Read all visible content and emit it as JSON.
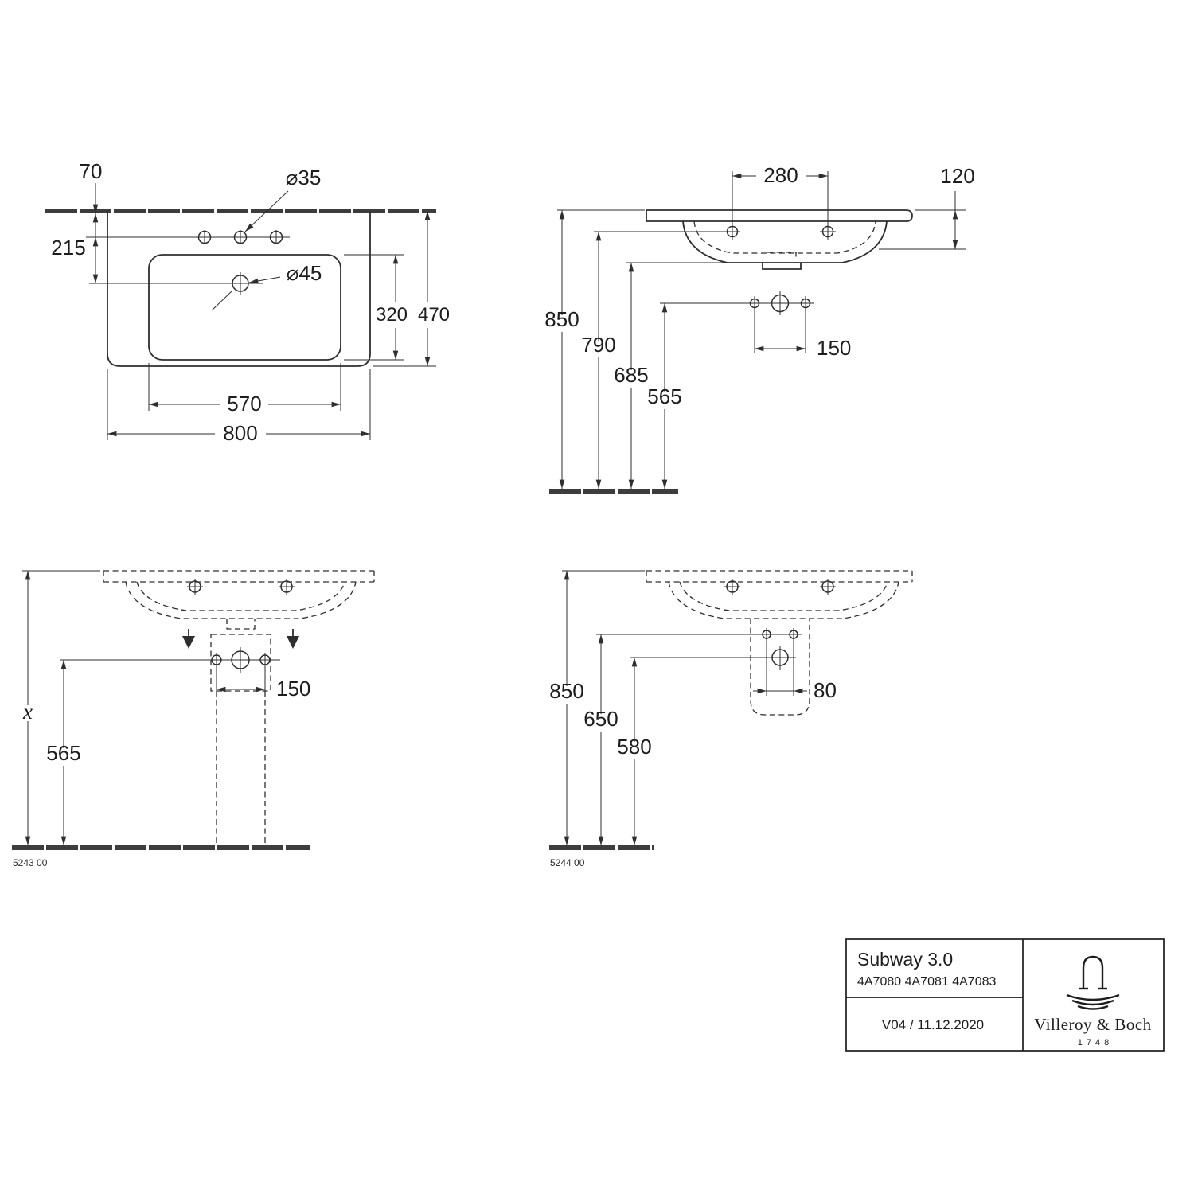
{
  "drawing": {
    "title_block": {
      "product": "Subway 3.0",
      "articles": "4A7080 4A7081 4A7083",
      "version_date": "V04 / 11.12.2020",
      "brand": "Villeroy & Boch",
      "brand_year": "1748"
    },
    "plan": {
      "wall_to_tapholes": "70",
      "wall_to_drain": "215",
      "taphole_diameter": "⌀35",
      "drain_diameter": "⌀45",
      "bowl_depth": "320",
      "total_depth": "470",
      "bowl_width": "570",
      "total_width": "800"
    },
    "front": {
      "taphole_spacing": "280",
      "body_height": "120",
      "rim_height": "850",
      "taphole_height": "790",
      "underside_height": "685",
      "fixing_height": "565",
      "fixing_spacing": "150"
    },
    "floor_outlet_view": {
      "code": "5243 00",
      "rim_height": "x",
      "drain_height": "565",
      "fixing_spacing": "150"
    },
    "wall_outlet_view": {
      "code": "5244 00",
      "rim_height": "850",
      "fixing_height": "650",
      "drain_height": "580",
      "outlet_spacing": "80"
    }
  }
}
